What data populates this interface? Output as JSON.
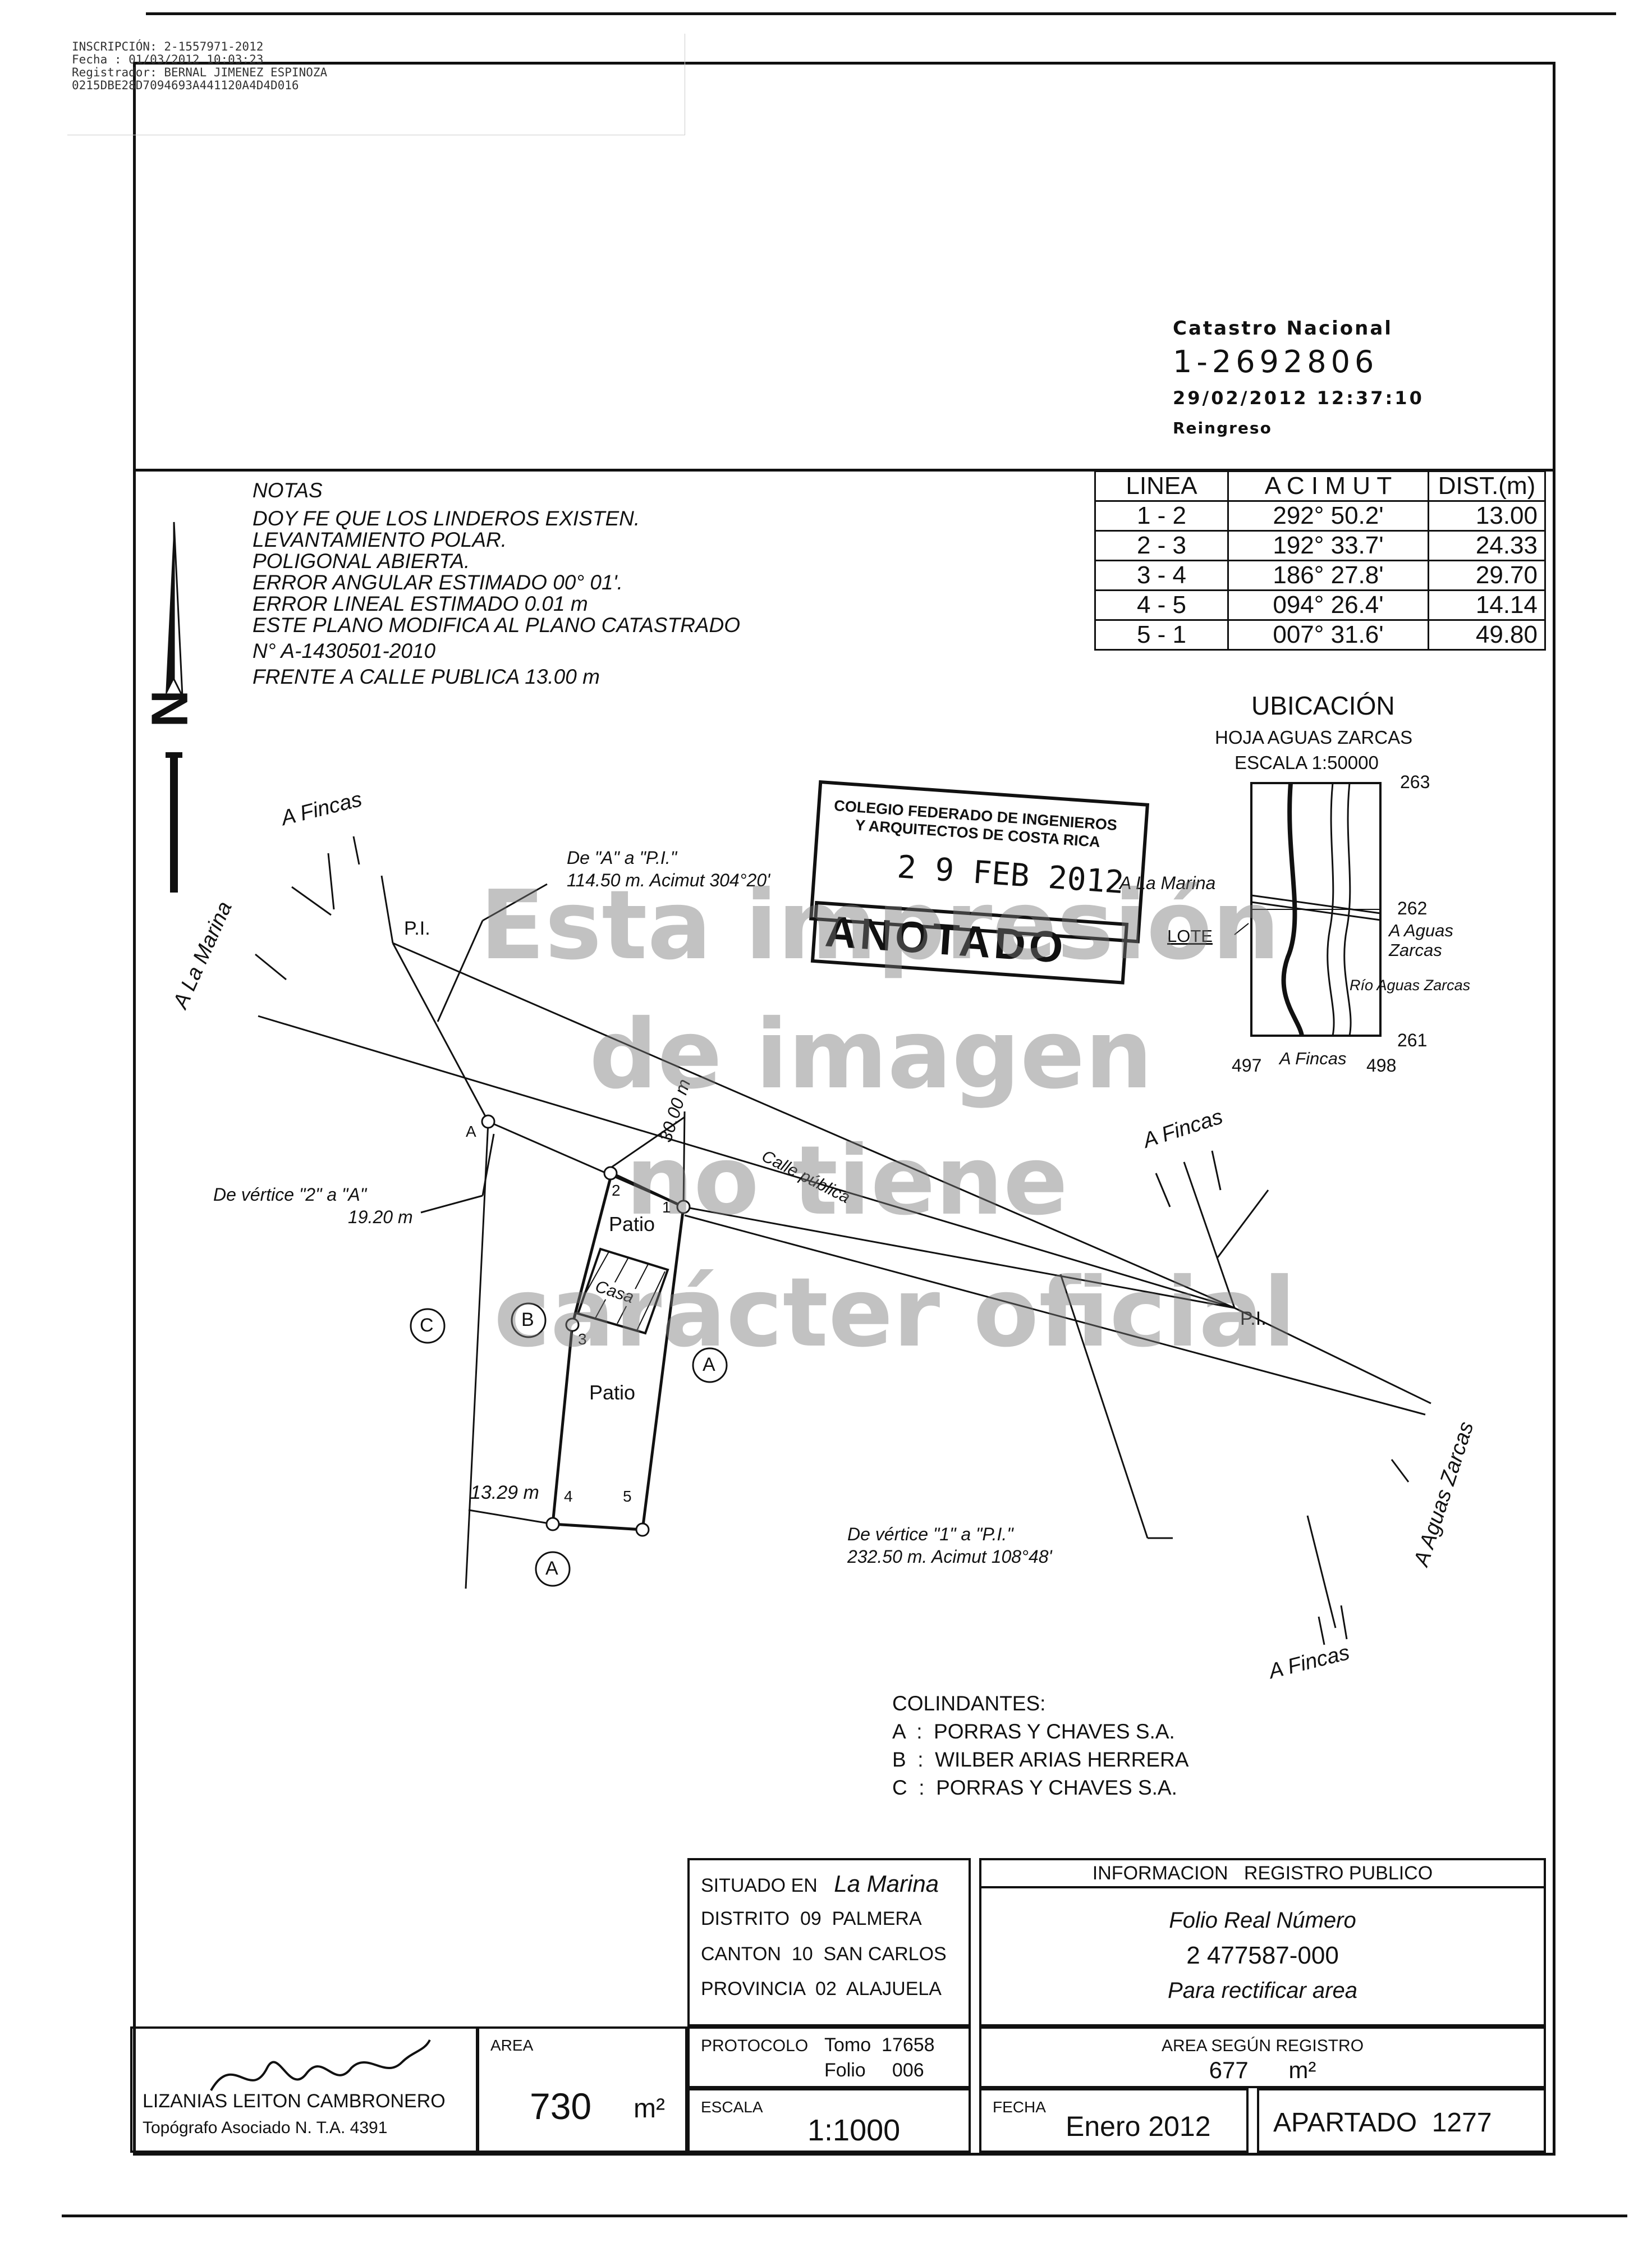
{
  "registry_header": {
    "line1": "INSCRIPCIÓN: 2-1557971-2012",
    "line2": "Fecha      : 01/03/2012 10:03:23",
    "line3": "Registrador: BERNAL JIMENEZ ESPINOZA",
    "line4": "0215DBE28D7094693A441120A4D4D016"
  },
  "catastro": {
    "title": "Catastro Nacional",
    "number": "1-2692806",
    "datetime": "29/02/2012 12:37:10",
    "status": "Reingreso"
  },
  "notes": {
    "heading": "NOTAS",
    "lines": [
      "DOY FE QUE LOS LINDEROS EXISTEN.",
      "LEVANTAMIENTO POLAR.",
      "POLIGONAL ABIERTA.",
      "ERROR ANGULAR ESTIMADO 00° 01'.",
      "ERROR LINEAL ESTIMADO 0.01 m",
      "ESTE PLANO MODIFICA AL PLANO CATASTRADO",
      "N° A-1430501-2010",
      "FRENTE A CALLE PUBLICA 13.00 m"
    ]
  },
  "azimuth_table": {
    "headers": [
      "LINEA",
      "A C I M U T",
      "DIST.(m)"
    ],
    "rows": [
      [
        "1 - 2",
        "292° 50.2'",
        "13.00"
      ],
      [
        "2 - 3",
        "192° 33.7'",
        "24.33"
      ],
      [
        "3 - 4",
        "186° 27.8'",
        "29.70"
      ],
      [
        "4 - 5",
        "094° 26.4'",
        "14.14"
      ],
      [
        "5 - 1",
        "007° 31.6'",
        "49.80"
      ]
    ]
  },
  "north_label": "N",
  "location": {
    "title": "UBICACIÓN",
    "sheet": "HOJA AGUAS ZARCAS",
    "scale": "ESCALA 1:50000",
    "coord_263": "263",
    "coord_262": "262",
    "coord_261": "261",
    "coord_497": "497",
    "coord_498": "498",
    "a_la_marina": "A La Marina",
    "lote": "LOTE",
    "a_aguas": "A Aguas",
    "zarcas": "Zarcas",
    "rio": "Río Aguas Zarcas",
    "a_fincas": "A Fincas"
  },
  "stamp": {
    "line1": "COLEGIO FEDERADO DE INGENIEROS",
    "line2": "Y ARQUITECTOS DE COSTA RICA",
    "date": "2 9 FEB 2012",
    "status": "ANOTADO"
  },
  "watermark": {
    "line1": "Esta impresión",
    "line2": "de imagen",
    "line3": "no tiene",
    "line4": "carácter oficial"
  },
  "plan": {
    "a_fincas_top": "A Fincas",
    "a_la_marina": "A La Marina",
    "pi_left": "P.I.",
    "de_a_pi_1": "De \"A\" a \"P.I.\"",
    "de_a_pi_2": "114.50 m. Acimut 304°20'",
    "dist_30": "30.00 m",
    "calle_publica": "Calle pública",
    "point_a": "A",
    "de_vertice_2_a_1": "De vértice \"2\" a \"A\"",
    "de_vertice_2_a_2": "19.20 m",
    "v1": "1",
    "v2": "2",
    "v3": "3",
    "v4": "4",
    "v5": "5",
    "patio_top": "Patio",
    "casa": "Casa",
    "patio_bottom": "Patio",
    "circle_c": "C",
    "circle_b": "B",
    "circle_a_right": "A",
    "circle_a_bottom": "A",
    "dist_1329": "13.29 m",
    "a_fincas_right": "A Fincas",
    "pi_right": "P.I.",
    "a_aguas_zarcas": "A Aguas Zarcas",
    "a_fincas_bottom": "A Fincas",
    "de_vertice_1_pi_1": "De vértice \"1\" a \"P.I.\"",
    "de_vertice_1_pi_2": "232.50 m. Acimut 108°48'"
  },
  "colindantes": {
    "heading": "COLINDANTES:",
    "a": "A  :  PORRAS Y CHAVES S.A.",
    "b": "B  :  WILBER ARIAS HERRERA",
    "c": "C  :  PORRAS Y CHAVES S.A."
  },
  "title_block": {
    "situado_label": "SITUADO EN",
    "situado_value": "La Marina",
    "distrito": "DISTRITO  09  PALMERA",
    "canton": "CANTON  10  SAN CARLOS",
    "provincia": "PROVINCIA  02  ALAJUELA",
    "info_heading": "INFORMACION   REGISTRO PUBLICO",
    "folio_label": "Folio Real Número",
    "folio_number": "2 477587-000",
    "folio_purpose": "Para rectificar area",
    "protocolo_label": "PROTOCOLO",
    "tomo": "Tomo  17658",
    "folio": "Folio     006",
    "area_registro_label": "AREA SEGÚN REGISTRO",
    "area_registro_value": "677",
    "area_registro_unit": "m²",
    "surveyor_name": "LIZANIAS LEITON CAMBRONERO",
    "surveyor_title": "Topógrafo Asociado N. T.A. 4391",
    "area_label": "AREA",
    "area_value": "730",
    "area_unit": "m²",
    "escala_label": "ESCALA",
    "escala_value": "1:1000",
    "fecha_label": "FECHA",
    "fecha_value": "Enero 2012",
    "apartado": "APARTADO  1277"
  }
}
